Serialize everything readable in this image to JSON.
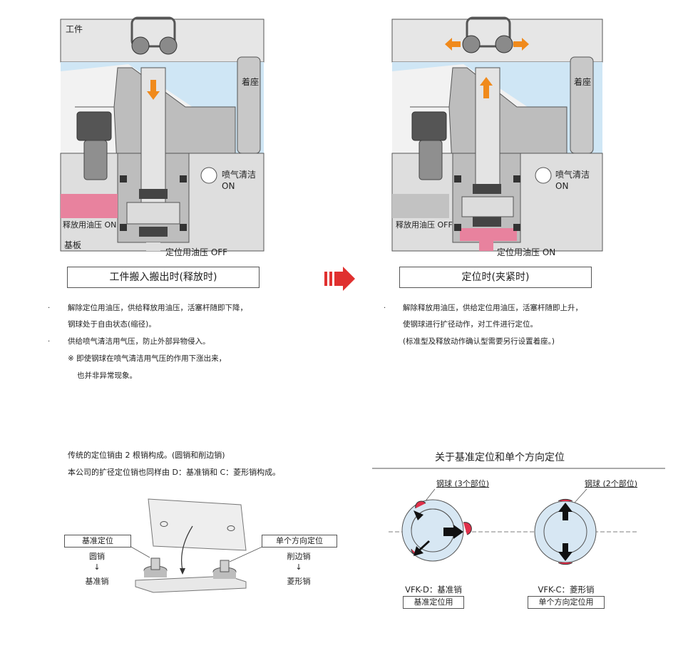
{
  "left_panel": {
    "workpiece": "工件",
    "seat": "着座",
    "air_clean": "喷气清洁",
    "air_state": "ON",
    "release_oil": "释放用油压 ON",
    "base_plate": "基板",
    "locate_oil": "定位用油压 OFF",
    "caption": "工件搬入搬出时(释放时)",
    "desc1_line1": "解除定位用油压，供给释放用油压，活塞杆随即下降，",
    "desc1_line2": "钢球处于自由状态(缩径)。",
    "desc2": "供给喷气清洁用气压，防止外部异物侵入。",
    "note_line1": "※ 即使钢球在喷气清洁用气压的作用下涨出来，",
    "note_line2": "也并非异常现象。",
    "bullet": "·"
  },
  "right_panel": {
    "seat": "着座",
    "air_clean": "喷气清洁",
    "air_state": "ON",
    "release_oil": "释放用油压 OFF",
    "locate_oil": "定位用油压 ON",
    "caption": "定位时(夹紧时)",
    "desc_line1": "解除释放用油压，供给定位用油压，活塞杆随即上升，",
    "desc_line2": "使钢球进行扩径动作，对工件进行定位。",
    "desc_line3": "(标准型及释放动作确认型需要另行设置着座。)",
    "bullet": "·"
  },
  "bottom_left": {
    "intro_line1": "传统的定位销由 2 根销构成。(圆销和削边销)",
    "intro_line2": "本公司的扩径定位销也同样由 D：基准销和 C：菱形销构成。",
    "left_box": "基准定位",
    "left_l1": "圆销",
    "left_arrow": "↓",
    "left_l2": "基准销",
    "right_box": "单个方向定位",
    "right_l1": "削边销",
    "right_arrow": "↓",
    "right_l2": "菱形销"
  },
  "bottom_right": {
    "title": "关于基准定位和单个方向定位",
    "ball3": "钢球 (3个部位)",
    "ball2": "钢球 (2个部位)",
    "vfkd": "VFK-D：基准销",
    "vfkd_box": "基准定位用",
    "vfkc": "VFK-C：菱形销",
    "vfkc_box": "单个方向定位用"
  },
  "colors": {
    "orange": "#f08a1c",
    "pink": "#e8829e",
    "red": "#e0302f",
    "sky": "#cfe6f5",
    "gray": "#c9c9c9",
    "dark": "#6a6a6a"
  }
}
